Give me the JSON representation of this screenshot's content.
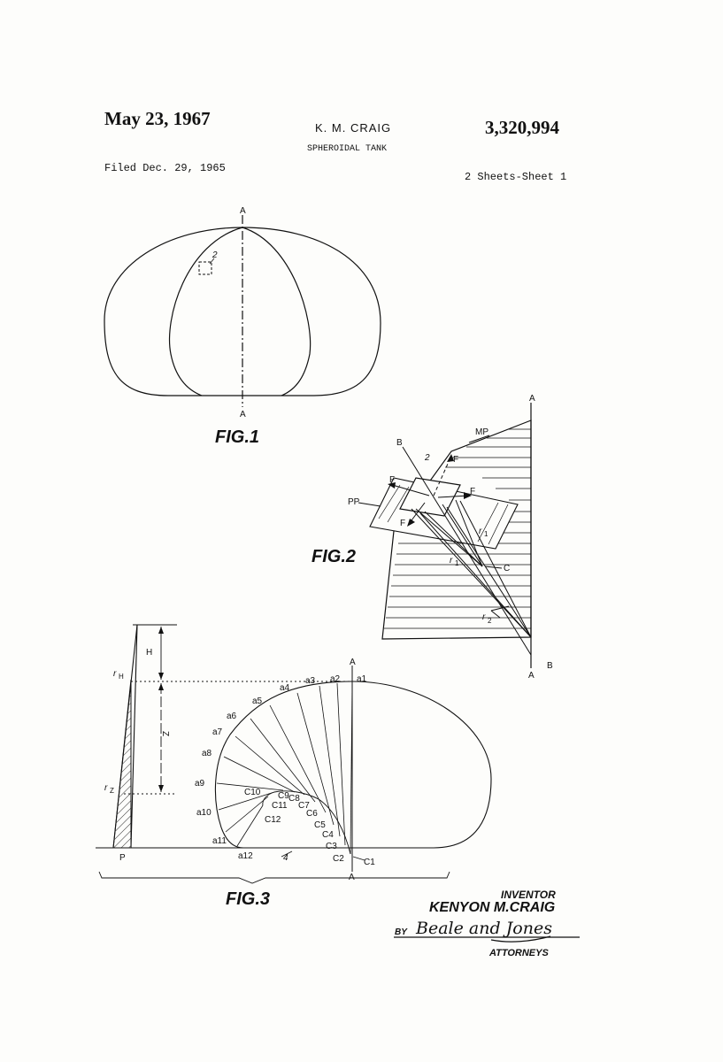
{
  "header": {
    "date": "May 23, 1967",
    "inventor_name": "K. M. CRAIG",
    "patent_number": "3,320,994",
    "title": "SPHEROIDAL TANK",
    "filed": "Filed Dec. 29, 1965",
    "sheets": "2 Sheets-Sheet 1"
  },
  "fig1": {
    "caption": "FIG.1",
    "axis_top": "A",
    "axis_bottom": "A",
    "element_ref": "2"
  },
  "fig2": {
    "caption": "FIG.2",
    "labels": {
      "axis_top": "A",
      "axis_bottom": "A",
      "b_top": "B",
      "b_bottom": "B",
      "mp": "MP",
      "pp": "PP",
      "element": "2",
      "f_top": "F",
      "f_left": "F",
      "f_right": "F",
      "f_bottom": "F",
      "r1_a": "r",
      "r1_b": "r",
      "r2": "r",
      "r_sub1": "1",
      "r_sub2": "2",
      "c": "C"
    }
  },
  "fig3": {
    "caption": "FIG.3",
    "axis_top": "A",
    "axis_bottom": "A",
    "h": "H",
    "z": "Z",
    "rh": "r",
    "rh_sub": "H",
    "rz": "r",
    "rz_sub": "Z",
    "p": "P",
    "ref4": "4",
    "a_labels": [
      "a1",
      "a2",
      "a3",
      "a4",
      "a5",
      "a6",
      "a7",
      "a8",
      "a9",
      "a10",
      "a11",
      "a12"
    ],
    "c_labels": [
      "C1",
      "C2",
      "C3",
      "C4",
      "C5",
      "C6",
      "C7",
      "C8",
      "C9",
      "C10",
      "C11",
      "C12"
    ]
  },
  "signature": {
    "inventor_title": "INVENTOR",
    "inventor_full": "KENYON M.CRAIG",
    "by": "BY",
    "attorney_signature": "Beale and Jones",
    "attorneys": "ATTORNEYS"
  }
}
